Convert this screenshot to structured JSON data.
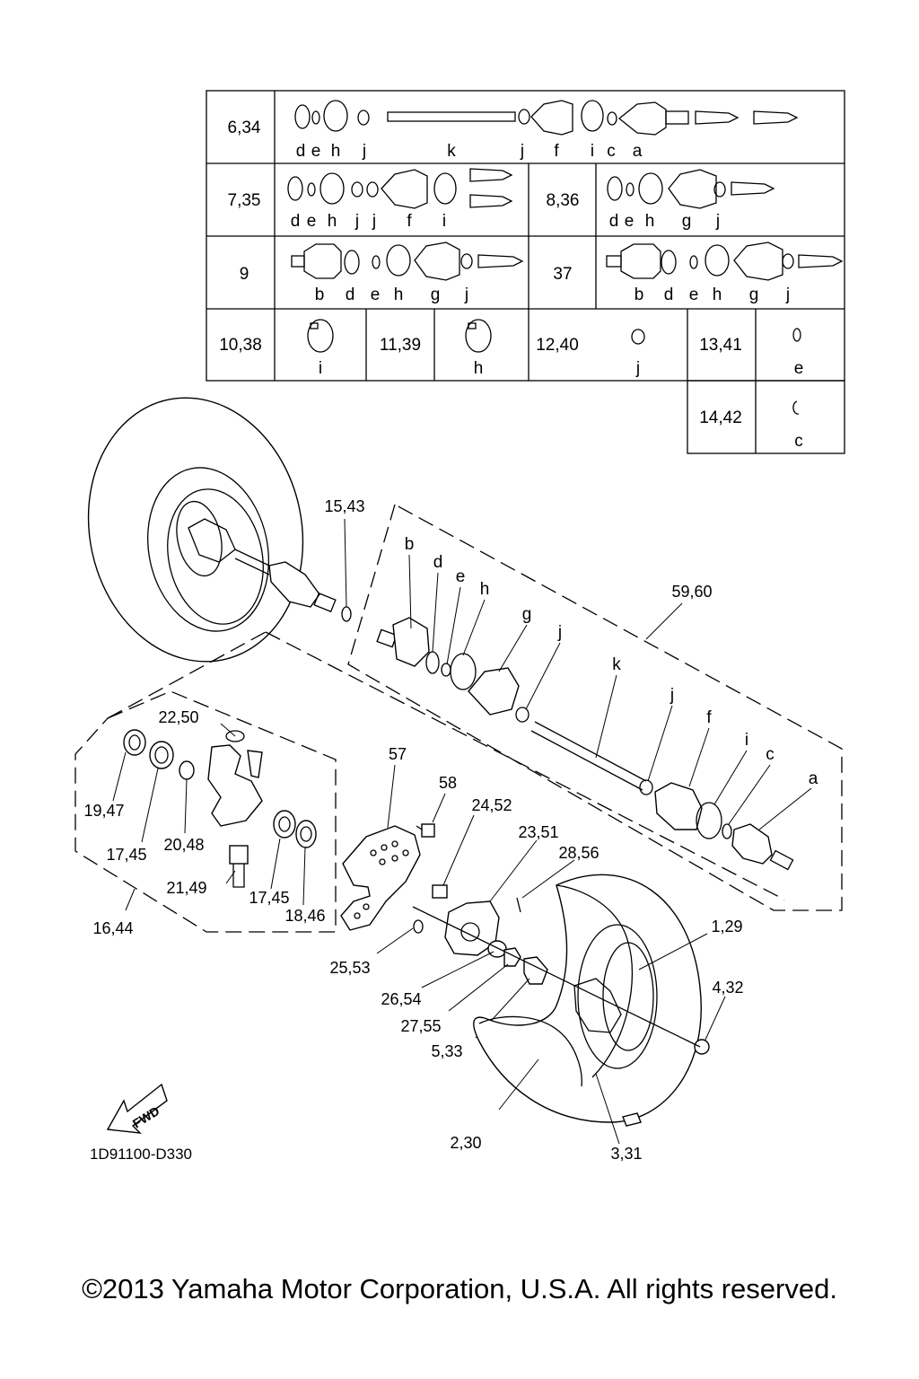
{
  "table": {
    "rows": [
      {
        "ref": "6,34",
        "letters": [
          "d",
          "e",
          "h",
          "j",
          "k",
          "j",
          "f",
          "i",
          "c",
          "a"
        ]
      },
      {
        "ref": "7,35",
        "letters": [
          "d",
          "e",
          "h",
          "j",
          "j",
          "f",
          "i"
        ]
      },
      {
        "ref": "8,36",
        "letters": [
          "d",
          "e",
          "h",
          "g",
          "j"
        ]
      },
      {
        "ref": "9",
        "letters": [
          "b",
          "d",
          "e",
          "h",
          "g",
          "j"
        ]
      },
      {
        "ref": "37",
        "letters": [
          "b",
          "d",
          "e",
          "h",
          "g",
          "j"
        ]
      },
      {
        "ref": "10,38",
        "letters": [
          "i"
        ]
      },
      {
        "ref": "11,39",
        "letters": [
          "h"
        ]
      },
      {
        "ref": "12,40",
        "letters": [
          "j"
        ]
      },
      {
        "ref": "13,41",
        "letters": [
          "e"
        ]
      },
      {
        "ref": "14,42",
        "letters": [
          "c"
        ]
      }
    ]
  },
  "callouts": {
    "c15_43": "15,43",
    "c59_60": "59,60",
    "c22_50": "22,50",
    "c19_47": "19,47",
    "c17_45a": "17,45",
    "c20_48": "20,48",
    "c21_49": "21,49",
    "c17_45b": "17,45",
    "c18_46": "18,46",
    "c16_44": "16,44",
    "c57": "57",
    "c58": "58",
    "c24_52": "24,52",
    "c23_51": "23,51",
    "c28_56": "28,56",
    "c1_29": "1,29",
    "c4_32": "4,32",
    "c25_53": "25,53",
    "c26_54": "26,54",
    "c27_55": "27,55",
    "c5_33": "5,33",
    "c2_30": "2,30",
    "c3_31": "3,31"
  },
  "assembly_letters": {
    "b": "b",
    "d": "d",
    "e": "e",
    "h": "h",
    "g": "g",
    "j1": "j",
    "k": "k",
    "j2": "j",
    "f": "f",
    "i": "i",
    "c": "c",
    "a": "a"
  },
  "fwd_label": "FWD",
  "document_code": "1D91100-D330",
  "copyright": "©2013 Yamaha Motor Corporation, U.S.A. All rights reserved."
}
